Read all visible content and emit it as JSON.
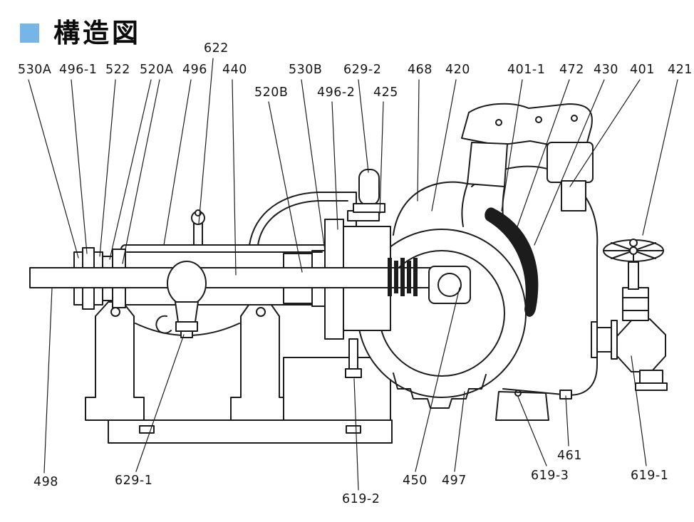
{
  "header": {
    "title": "構造図",
    "bullet_color": "#74b6e8"
  },
  "diagram": {
    "stroke_color": "#1c1c1c",
    "labels": [
      {
        "text": "530A"
      },
      {
        "text": "496-1"
      },
      {
        "text": "522"
      },
      {
        "text": "520A"
      },
      {
        "text": "496"
      },
      {
        "text": "622"
      },
      {
        "text": "440"
      },
      {
        "text": "520B"
      },
      {
        "text": "530B"
      },
      {
        "text": "496-2"
      },
      {
        "text": "629-2"
      },
      {
        "text": "425"
      },
      {
        "text": "468"
      },
      {
        "text": "420"
      },
      {
        "text": "401-1"
      },
      {
        "text": "472"
      },
      {
        "text": "430"
      },
      {
        "text": "401"
      },
      {
        "text": "421"
      },
      {
        "text": "498"
      },
      {
        "text": "629-1"
      },
      {
        "text": "619-2"
      },
      {
        "text": "450"
      },
      {
        "text": "497"
      },
      {
        "text": "619-3"
      },
      {
        "text": "461"
      },
      {
        "text": "619-1"
      }
    ]
  }
}
